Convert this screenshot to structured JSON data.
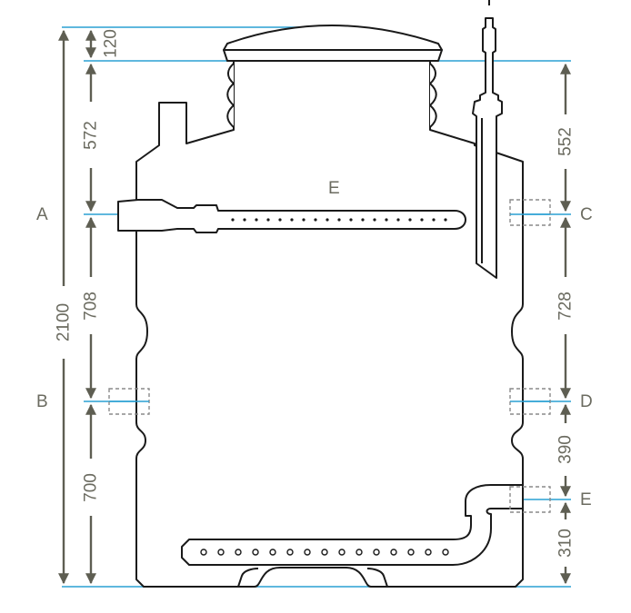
{
  "labels": {
    "a": "A",
    "b": "B",
    "c": "C",
    "d": "D",
    "e_right": "E",
    "e_top": "E"
  },
  "dimensions": {
    "total": "2100",
    "lid": "120",
    "left_top": "572",
    "left_mid": "708",
    "left_bottom": "700",
    "right_top": "552",
    "right_mid": "728",
    "right_low": "390",
    "right_bottom": "310"
  },
  "colors": {
    "reference_line": "#2aa0d4",
    "dimension_arrow": "#5e5e52",
    "outline": "#1a1a1a",
    "text": "#6b6b60"
  }
}
